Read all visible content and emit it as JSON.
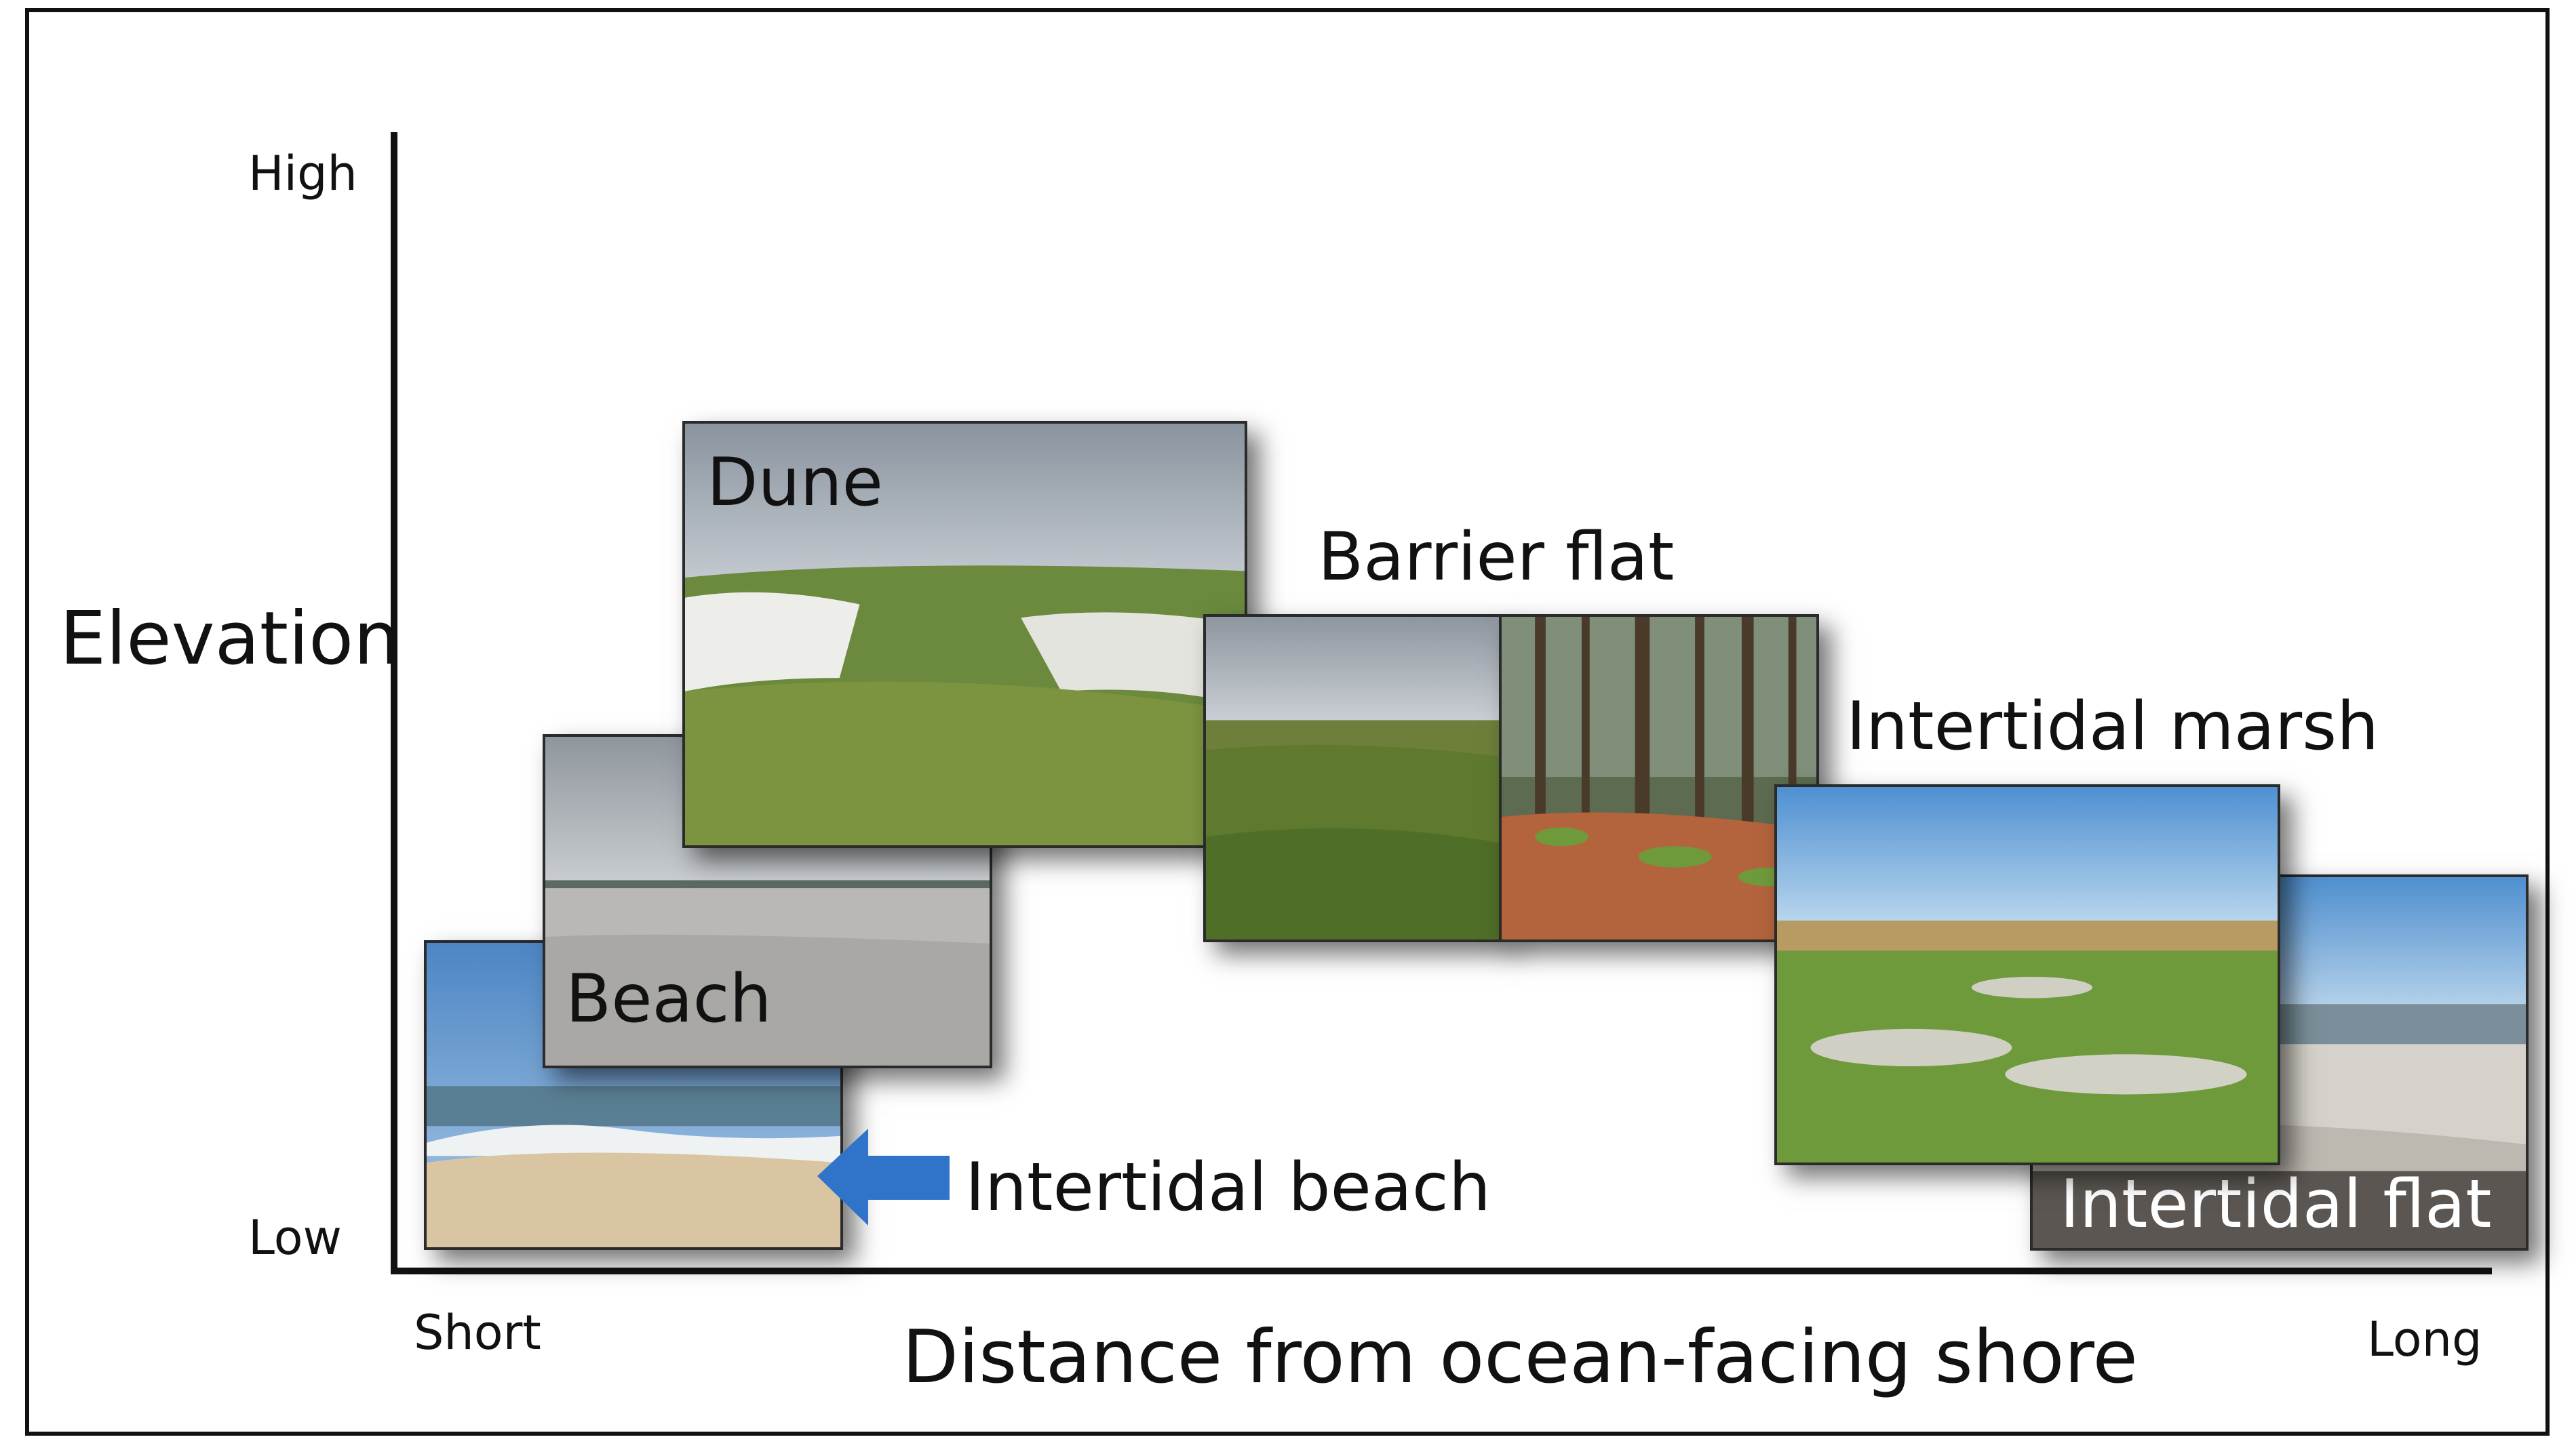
{
  "axes": {
    "y_title": "Elevation",
    "y_high": "High",
    "y_low": "Low",
    "x_title": "Distance from ocean-facing shore",
    "x_short": "Short",
    "x_long": "Long"
  },
  "zones": {
    "dune": "Dune",
    "barrier_flat": "Barrier flat",
    "beach": "Beach",
    "intertidal_marsh": "Intertidal marsh",
    "intertidal_beach": "Intertidal beach",
    "intertidal_flat": "Intertidal flat"
  },
  "colors": {
    "arrow": "#2f74c9",
    "axis": "#111111",
    "sky_overcast": "#aeb5bd",
    "sky_blue": "#6aa7da",
    "sand": "#ddd2bd",
    "marsh_green": "#6f9a3c",
    "pine_litter": "#b3643c"
  },
  "icons": {
    "arrow": "arrow-left-icon"
  }
}
